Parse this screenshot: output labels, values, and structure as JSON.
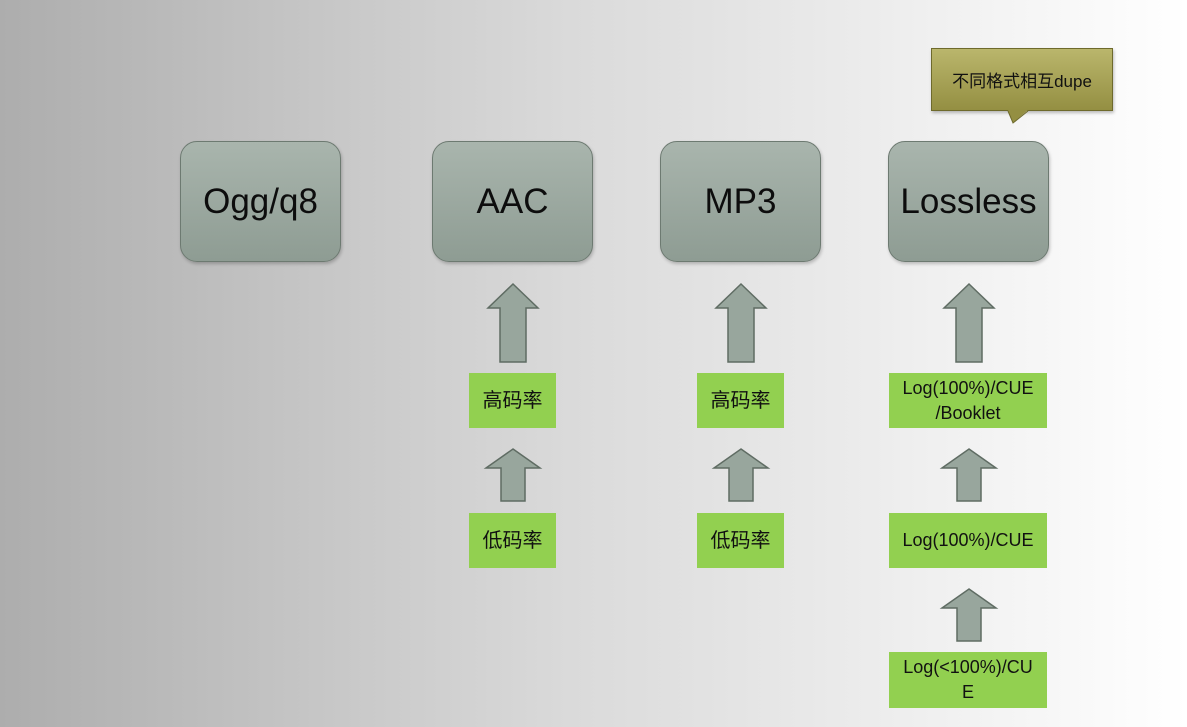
{
  "colors": {
    "background_left": "#adadad",
    "background_right": "#ffffff",
    "node_fill_top": "#a9b5ad",
    "node_fill_bottom": "#8e9c93",
    "node_border": "#6d7a71",
    "step_fill": "#92d050",
    "arrow_fill": "#98a69d",
    "arrow_stroke": "#5f6c63",
    "callout_fill_top": "#bab66c",
    "callout_fill_bottom": "#948f42",
    "callout_border": "#6e6a2c"
  },
  "nodes": [
    {
      "label": "Ogg/q8",
      "steps": []
    },
    {
      "label": "AAC",
      "steps": [
        {
          "lines": [
            "高码率"
          ]
        },
        {
          "lines": [
            "低码率"
          ]
        }
      ]
    },
    {
      "label": "MP3",
      "steps": [
        {
          "lines": [
            "高码率"
          ]
        },
        {
          "lines": [
            "低码率"
          ]
        }
      ]
    },
    {
      "label": "Lossless",
      "steps": [
        {
          "lines": [
            "Log(100%)/CUE",
            "/Booklet"
          ]
        },
        {
          "lines": [
            "Log(100%)/CUE"
          ]
        },
        {
          "lines": [
            "Log(<100%)/CU",
            "E"
          ]
        }
      ]
    }
  ],
  "callout": {
    "text": "不同格式相互dupe"
  }
}
